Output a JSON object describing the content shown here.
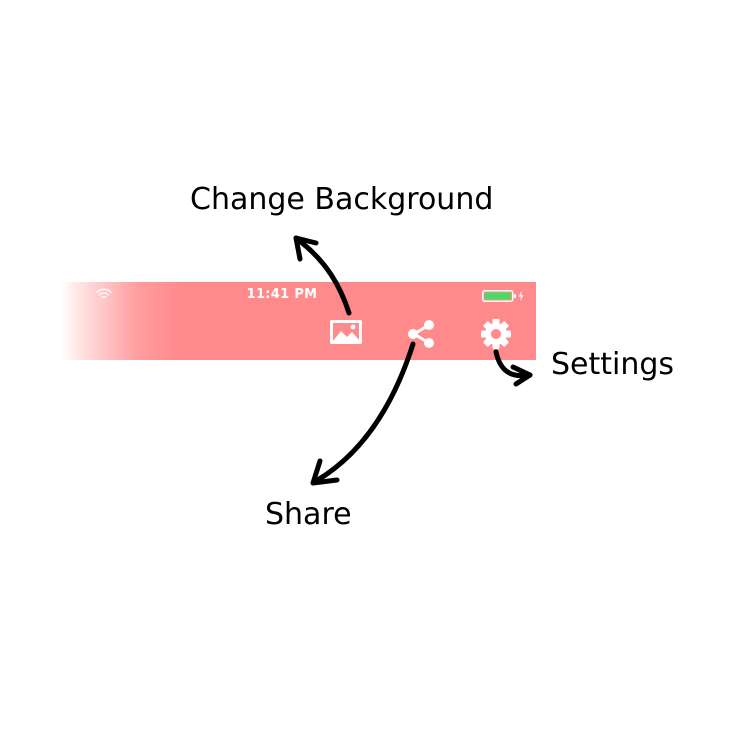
{
  "status_bar": {
    "time": "11:41 PM",
    "battery_color": "#4cd964"
  },
  "toolbar": {
    "background_color": "#ff8a8c",
    "icons": [
      "image-icon",
      "share-icon",
      "gear-icon"
    ]
  },
  "annotations": {
    "change_background": "Change Background",
    "share": "Share",
    "settings": "Settings"
  }
}
